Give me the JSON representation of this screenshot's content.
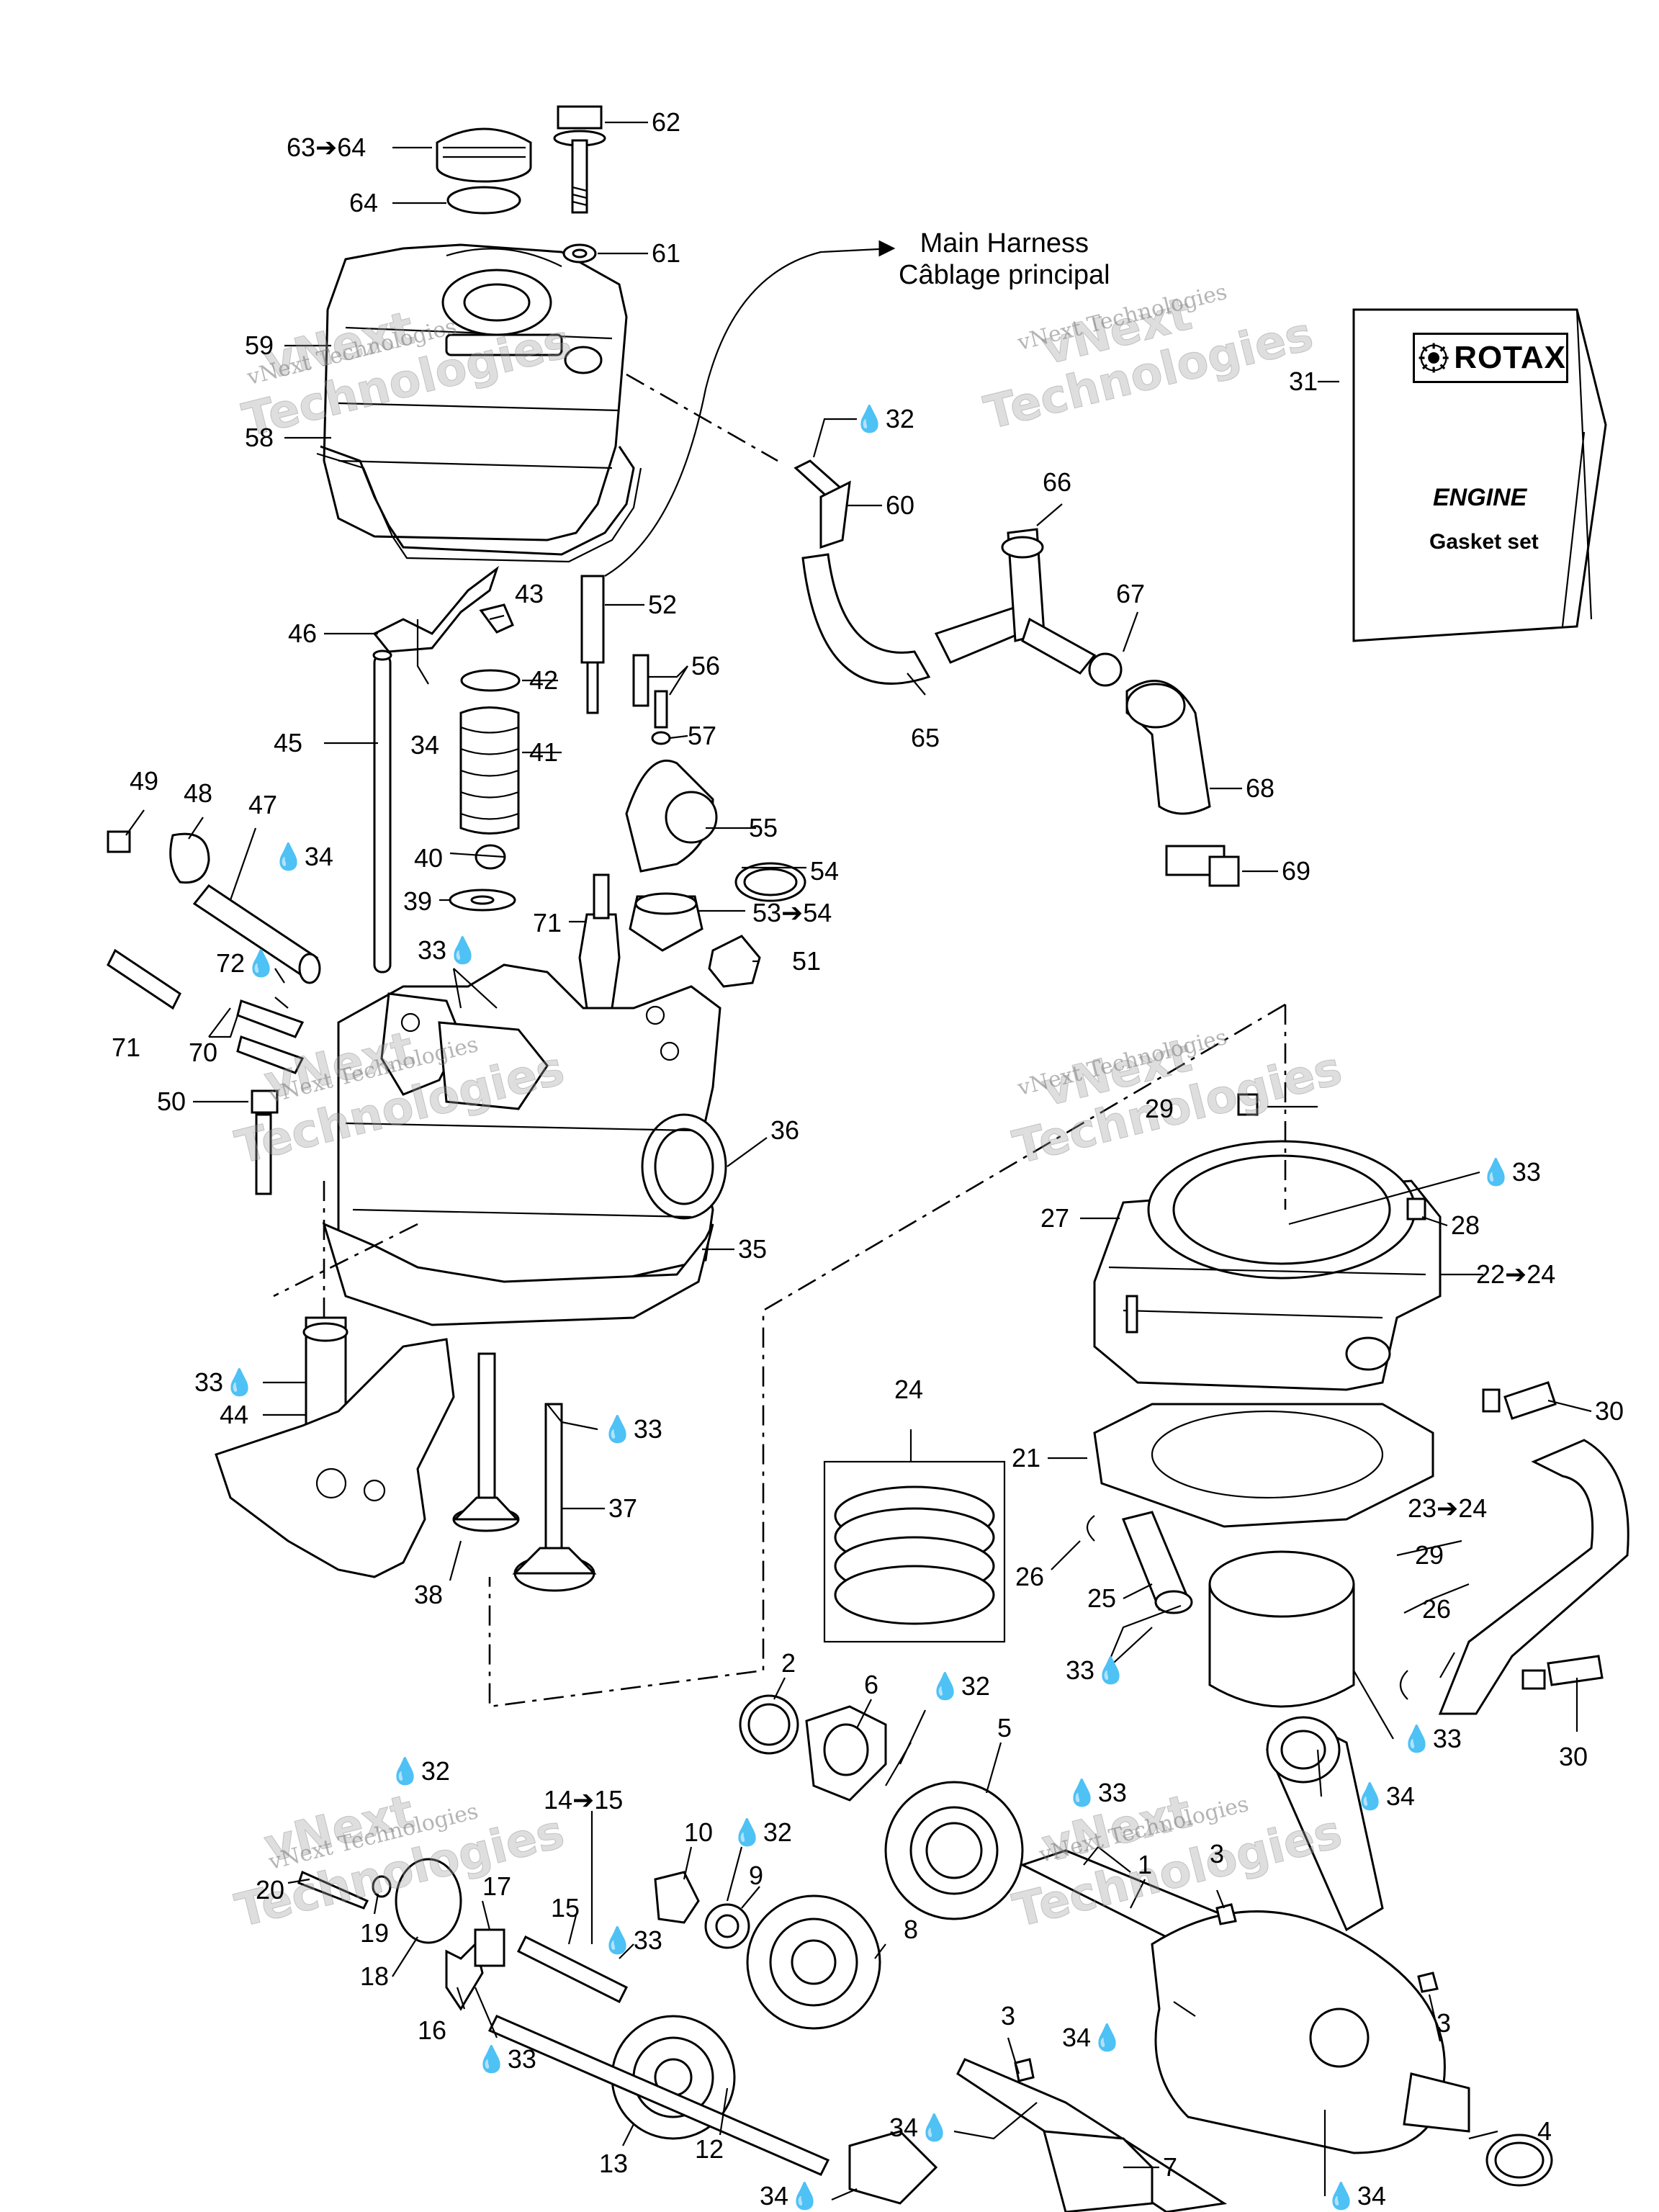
{
  "harness": {
    "line1": "Main Harness",
    "line2": "Câblage principal"
  },
  "gasket_set": {
    "brand": "ROTAX",
    "title": "ENGINE",
    "subtitle": "Gasket set"
  },
  "watermark": {
    "line1": "vNext Technologies",
    "line2": "vNext",
    "line3": "Technologies"
  },
  "labels": [
    {
      "id": "l63",
      "text": "63➔64"
    },
    {
      "id": "l64a",
      "text": "64"
    },
    {
      "id": "l62",
      "text": "62"
    },
    {
      "id": "l61",
      "text": "61"
    },
    {
      "id": "l59",
      "text": "59"
    },
    {
      "id": "l58",
      "text": "58"
    },
    {
      "id": "l32a",
      "text": "💧32"
    },
    {
      "id": "l60",
      "text": "60"
    },
    {
      "id": "l66",
      "text": "66"
    },
    {
      "id": "l67",
      "text": "67"
    },
    {
      "id": "l65",
      "text": "65"
    },
    {
      "id": "l68",
      "text": "68"
    },
    {
      "id": "l69",
      "text": "69"
    },
    {
      "id": "l31",
      "text": "31"
    },
    {
      "id": "l46",
      "text": "46"
    },
    {
      "id": "l43",
      "text": "43"
    },
    {
      "id": "l34a",
      "text": "34"
    },
    {
      "id": "l52",
      "text": "52"
    },
    {
      "id": "l56",
      "text": "56"
    },
    {
      "id": "l42",
      "text": "42"
    },
    {
      "id": "l45",
      "text": "45"
    },
    {
      "id": "l57",
      "text": "57"
    },
    {
      "id": "l41",
      "text": "41"
    },
    {
      "id": "l49",
      "text": "49"
    },
    {
      "id": "l48",
      "text": "48"
    },
    {
      "id": "l47",
      "text": "47"
    },
    {
      "id": "l34b",
      "text": "💧34"
    },
    {
      "id": "l55",
      "text": "55"
    },
    {
      "id": "l40",
      "text": "40"
    },
    {
      "id": "l54",
      "text": "54"
    },
    {
      "id": "l39",
      "text": "39"
    },
    {
      "id": "l71a",
      "text": "71"
    },
    {
      "id": "l53",
      "text": "53➔54"
    },
    {
      "id": "l33a",
      "text": "33💧"
    },
    {
      "id": "l72",
      "text": "72💧"
    },
    {
      "id": "l51",
      "text": "51"
    },
    {
      "id": "l71b",
      "text": "71"
    },
    {
      "id": "l70",
      "text": "70"
    },
    {
      "id": "l50",
      "text": "50"
    },
    {
      "id": "l36",
      "text": "36"
    },
    {
      "id": "l29a",
      "text": "29"
    },
    {
      "id": "l33b",
      "text": "💧33"
    },
    {
      "id": "l27",
      "text": "27"
    },
    {
      "id": "l28",
      "text": "28"
    },
    {
      "id": "l35",
      "text": "35"
    },
    {
      "id": "l22",
      "text": "22➔24"
    },
    {
      "id": "l33c",
      "text": "33💧"
    },
    {
      "id": "l44",
      "text": "44"
    },
    {
      "id": "l33d",
      "text": "💧33"
    },
    {
      "id": "l24",
      "text": "24"
    },
    {
      "id": "l30a",
      "text": "30"
    },
    {
      "id": "l21",
      "text": "21"
    },
    {
      "id": "l37",
      "text": "37"
    },
    {
      "id": "l23",
      "text": "23➔24"
    },
    {
      "id": "l29b",
      "text": "29"
    },
    {
      "id": "l26a",
      "text": "26"
    },
    {
      "id": "l25",
      "text": "25"
    },
    {
      "id": "l38",
      "text": "38"
    },
    {
      "id": "l26b",
      "text": "26"
    },
    {
      "id": "l33e",
      "text": "33💧"
    },
    {
      "id": "l33f",
      "text": "💧33"
    },
    {
      "id": "l30b",
      "text": "30"
    },
    {
      "id": "l2",
      "text": "2"
    },
    {
      "id": "l6",
      "text": "6"
    },
    {
      "id": "l32b",
      "text": "💧32"
    },
    {
      "id": "l5",
      "text": "5"
    },
    {
      "id": "l32c",
      "text": "💧32"
    },
    {
      "id": "l33g",
      "text": "💧33"
    },
    {
      "id": "l34c",
      "text": "💧34"
    },
    {
      "id": "l14",
      "text": "14➔15"
    },
    {
      "id": "l10",
      "text": "10"
    },
    {
      "id": "l32d",
      "text": "💧32"
    },
    {
      "id": "l1",
      "text": "1"
    },
    {
      "id": "l3a",
      "text": "3"
    },
    {
      "id": "l20",
      "text": "20"
    },
    {
      "id": "l17",
      "text": "17"
    },
    {
      "id": "l9",
      "text": "9"
    },
    {
      "id": "l19",
      "text": "19"
    },
    {
      "id": "l15",
      "text": "15"
    },
    {
      "id": "l8",
      "text": "8"
    },
    {
      "id": "l33h",
      "text": "💧33"
    },
    {
      "id": "l18",
      "text": "18"
    },
    {
      "id": "l3b",
      "text": "3"
    },
    {
      "id": "l3c",
      "text": "3"
    },
    {
      "id": "l34d",
      "text": "34💧"
    },
    {
      "id": "l16",
      "text": "16"
    },
    {
      "id": "l33i",
      "text": "💧33"
    },
    {
      "id": "l34e",
      "text": "34💧"
    },
    {
      "id": "l4",
      "text": "4"
    },
    {
      "id": "l13",
      "text": "13"
    },
    {
      "id": "l12",
      "text": "12"
    },
    {
      "id": "l7",
      "text": "7"
    },
    {
      "id": "l34f",
      "text": "34💧"
    },
    {
      "id": "l34g",
      "text": "💧34"
    }
  ]
}
